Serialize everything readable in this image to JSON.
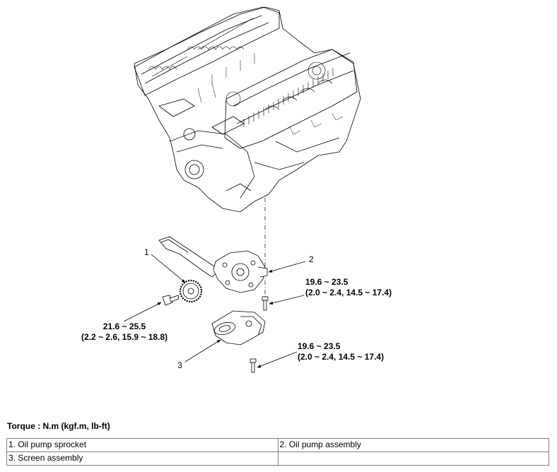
{
  "callouts": {
    "c1": "1",
    "c2": "2",
    "c3": "3"
  },
  "torques": {
    "sprocket_bolt": {
      "line1": "21.6 ~ 25.5",
      "line2": "(2.2 ~ 2.6, 15.9 ~ 18.8)"
    },
    "pump_bolt": {
      "line1": "19.6 ~ 23.5",
      "line2": "(2.0 ~ 2.4, 14.5 ~ 17.4)"
    },
    "screen_bolt": {
      "line1": "19.6 ~ 23.5",
      "line2": "(2.0 ~ 2.4, 14.5 ~ 17.4)"
    }
  },
  "torque_heading": "Torque : N.m (kgf.m, lb-ft)",
  "legend": [
    [
      "1. Oil pump sprocket",
      "2. Oil pump assembly"
    ],
    [
      "3. Screen assembly",
      ""
    ]
  ]
}
